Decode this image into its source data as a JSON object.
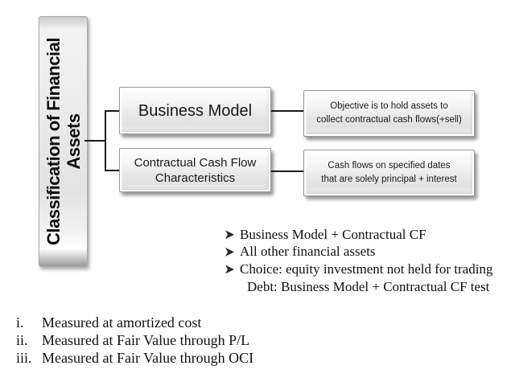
{
  "colors": {
    "background": "#ffffff",
    "text": "#111111",
    "box_border": "#989898",
    "box_fill_top": "#ffffff",
    "box_fill_bottom": "#e2e2e2",
    "connector": "#1b1b1b",
    "shadow": "rgba(0,0,0,0.42)"
  },
  "title": {
    "text": "Classification of Financial Assets",
    "lines": [
      "Classification of Financial",
      "Assets"
    ]
  },
  "flowchart": {
    "left_boxes": [
      {
        "lines": [
          "Business Model"
        ]
      },
      {
        "lines": [
          "Contractual Cash Flow",
          "Characteristics"
        ]
      }
    ],
    "right_boxes": [
      {
        "lines": [
          "Objective is to hold assets to",
          "collect contractual cash flows(+sell)"
        ]
      },
      {
        "lines": [
          "Cash flows on specified dates",
          "that are solely principal + interest"
        ]
      }
    ]
  },
  "key_points": {
    "items": [
      {
        "text": "Business Model + Contractual CF"
      },
      {
        "text": "All other financial assets"
      },
      {
        "text": "Choice: equity investment not held for trading"
      },
      {
        "text": "Debt: Business Model + Contractual CF test"
      }
    ]
  },
  "measurements": {
    "items": [
      {
        "numeral": "i.",
        "text": "Measured at amortized cost"
      },
      {
        "numeral": "ii.",
        "text": "Measured at Fair Value through P/L"
      },
      {
        "numeral": "iii.",
        "text": "Measured at Fair Value through OCI"
      }
    ]
  }
}
